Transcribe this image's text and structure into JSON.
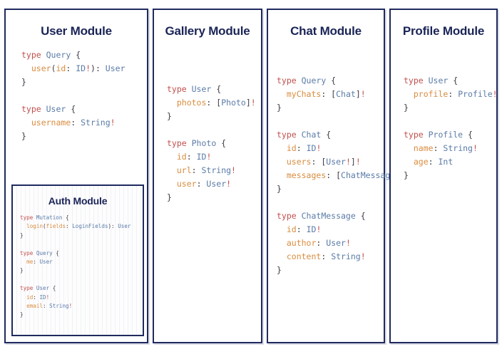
{
  "colors": {
    "panel_border": "#1f2a5e",
    "heading": "#1a2456",
    "keyword": "#c0504d",
    "type_name": "#5b7ba8",
    "field_name": "#d98c3f",
    "punctuation": "#3b3b46",
    "page_background": "#ffffff"
  },
  "modules": {
    "user": {
      "title": "User Module",
      "blocks": [
        {
          "lines": [
            [
              {
                "t": "type ",
                "c": "kw"
              },
              {
                "t": "Query",
                "c": "type"
              },
              {
                "t": " {",
                "c": "punc"
              }
            ],
            [
              {
                "t": "  ",
                "c": "punc"
              },
              {
                "t": "user",
                "c": "field"
              },
              {
                "t": "(",
                "c": "punc"
              },
              {
                "t": "id",
                "c": "field"
              },
              {
                "t": ": ",
                "c": "punc"
              },
              {
                "t": "ID",
                "c": "type"
              },
              {
                "t": "!",
                "c": "bang"
              },
              {
                "t": "): ",
                "c": "punc"
              },
              {
                "t": "User",
                "c": "type"
              }
            ],
            [
              {
                "t": "}",
                "c": "punc"
              }
            ]
          ]
        },
        {
          "lines": [
            [
              {
                "t": "type ",
                "c": "kw"
              },
              {
                "t": "User",
                "c": "type"
              },
              {
                "t": " {",
                "c": "punc"
              }
            ],
            [
              {
                "t": "  ",
                "c": "punc"
              },
              {
                "t": "username",
                "c": "field"
              },
              {
                "t": ": ",
                "c": "punc"
              },
              {
                "t": "String",
                "c": "type"
              },
              {
                "t": "!",
                "c": "bang"
              }
            ],
            [
              {
                "t": "}",
                "c": "punc"
              }
            ]
          ]
        }
      ]
    },
    "auth": {
      "title": "Auth Module",
      "blocks": [
        {
          "lines": [
            [
              {
                "t": "type ",
                "c": "kw"
              },
              {
                "t": "Mutation",
                "c": "type"
              },
              {
                "t": " {",
                "c": "punc"
              }
            ],
            [
              {
                "t": "  ",
                "c": "punc"
              },
              {
                "t": "login",
                "c": "field"
              },
              {
                "t": "(",
                "c": "punc"
              },
              {
                "t": "fields",
                "c": "field"
              },
              {
                "t": ": ",
                "c": "punc"
              },
              {
                "t": "LoginFields",
                "c": "type"
              },
              {
                "t": "): ",
                "c": "punc"
              },
              {
                "t": "User",
                "c": "type"
              }
            ],
            [
              {
                "t": "}",
                "c": "punc"
              }
            ]
          ]
        },
        {
          "lines": [
            [
              {
                "t": "type ",
                "c": "kw"
              },
              {
                "t": "Query",
                "c": "type"
              },
              {
                "t": " {",
                "c": "punc"
              }
            ],
            [
              {
                "t": "  ",
                "c": "punc"
              },
              {
                "t": "me",
                "c": "field"
              },
              {
                "t": ": ",
                "c": "punc"
              },
              {
                "t": "User",
                "c": "type"
              }
            ],
            [
              {
                "t": "}",
                "c": "punc"
              }
            ]
          ]
        },
        {
          "lines": [
            [
              {
                "t": "type ",
                "c": "kw"
              },
              {
                "t": "User",
                "c": "type"
              },
              {
                "t": " {",
                "c": "punc"
              }
            ],
            [
              {
                "t": "  ",
                "c": "punc"
              },
              {
                "t": "id",
                "c": "field"
              },
              {
                "t": ": ",
                "c": "punc"
              },
              {
                "t": "ID",
                "c": "type"
              },
              {
                "t": "!",
                "c": "bang"
              }
            ],
            [
              {
                "t": "  ",
                "c": "punc"
              },
              {
                "t": "email",
                "c": "field"
              },
              {
                "t": ": ",
                "c": "punc"
              },
              {
                "t": "String",
                "c": "type"
              },
              {
                "t": "!",
                "c": "bang"
              }
            ],
            [
              {
                "t": "}",
                "c": "punc"
              }
            ]
          ]
        }
      ]
    },
    "gallery": {
      "title": "Gallery Module",
      "blocks": [
        {
          "lines": [
            [
              {
                "t": "type ",
                "c": "kw"
              },
              {
                "t": "User",
                "c": "type"
              },
              {
                "t": " {",
                "c": "punc"
              }
            ],
            [
              {
                "t": "  ",
                "c": "punc"
              },
              {
                "t": "photos",
                "c": "field"
              },
              {
                "t": ": [",
                "c": "punc"
              },
              {
                "t": "Photo",
                "c": "type"
              },
              {
                "t": "]",
                "c": "punc"
              },
              {
                "t": "!",
                "c": "bang"
              }
            ],
            [
              {
                "t": "}",
                "c": "punc"
              }
            ]
          ]
        },
        {
          "lines": [
            [
              {
                "t": "type ",
                "c": "kw"
              },
              {
                "t": "Photo",
                "c": "type"
              },
              {
                "t": " {",
                "c": "punc"
              }
            ],
            [
              {
                "t": "  ",
                "c": "punc"
              },
              {
                "t": "id",
                "c": "field"
              },
              {
                "t": ": ",
                "c": "punc"
              },
              {
                "t": "ID",
                "c": "type"
              },
              {
                "t": "!",
                "c": "bang"
              }
            ],
            [
              {
                "t": "  ",
                "c": "punc"
              },
              {
                "t": "url",
                "c": "field"
              },
              {
                "t": ": ",
                "c": "punc"
              },
              {
                "t": "String",
                "c": "type"
              },
              {
                "t": "!",
                "c": "bang"
              }
            ],
            [
              {
                "t": "  ",
                "c": "punc"
              },
              {
                "t": "user",
                "c": "field"
              },
              {
                "t": ": ",
                "c": "punc"
              },
              {
                "t": "User",
                "c": "type"
              },
              {
                "t": "!",
                "c": "bang"
              }
            ],
            [
              {
                "t": "}",
                "c": "punc"
              }
            ]
          ]
        }
      ]
    },
    "chat": {
      "title": "Chat Module",
      "blocks": [
        {
          "lines": [
            [
              {
                "t": "type ",
                "c": "kw"
              },
              {
                "t": "Query",
                "c": "type"
              },
              {
                "t": " {",
                "c": "punc"
              }
            ],
            [
              {
                "t": "  ",
                "c": "punc"
              },
              {
                "t": "myChats",
                "c": "field"
              },
              {
                "t": ": [",
                "c": "punc"
              },
              {
                "t": "Chat",
                "c": "type"
              },
              {
                "t": "]",
                "c": "punc"
              },
              {
                "t": "!",
                "c": "bang"
              }
            ],
            [
              {
                "t": "}",
                "c": "punc"
              }
            ]
          ]
        },
        {
          "lines": [
            [
              {
                "t": "type ",
                "c": "kw"
              },
              {
                "t": "Chat",
                "c": "type"
              },
              {
                "t": " {",
                "c": "punc"
              }
            ],
            [
              {
                "t": "  ",
                "c": "punc"
              },
              {
                "t": "id",
                "c": "field"
              },
              {
                "t": ": ",
                "c": "punc"
              },
              {
                "t": "ID",
                "c": "type"
              },
              {
                "t": "!",
                "c": "bang"
              }
            ],
            [
              {
                "t": "  ",
                "c": "punc"
              },
              {
                "t": "users",
                "c": "field"
              },
              {
                "t": ": [",
                "c": "punc"
              },
              {
                "t": "User",
                "c": "type"
              },
              {
                "t": "!",
                "c": "bang"
              },
              {
                "t": "]",
                "c": "punc"
              },
              {
                "t": "!",
                "c": "bang"
              }
            ],
            [
              {
                "t": "  ",
                "c": "punc"
              },
              {
                "t": "messages",
                "c": "field"
              },
              {
                "t": ": [",
                "c": "punc"
              },
              {
                "t": "ChatMessage",
                "c": "type"
              },
              {
                "t": "]",
                "c": "punc"
              },
              {
                "t": "!",
                "c": "bang"
              }
            ],
            [
              {
                "t": "}",
                "c": "punc"
              }
            ]
          ]
        },
        {
          "lines": [
            [
              {
                "t": "type ",
                "c": "kw"
              },
              {
                "t": "ChatMessage",
                "c": "type"
              },
              {
                "t": " {",
                "c": "punc"
              }
            ],
            [
              {
                "t": "  ",
                "c": "punc"
              },
              {
                "t": "id",
                "c": "field"
              },
              {
                "t": ": ",
                "c": "punc"
              },
              {
                "t": "ID",
                "c": "type"
              },
              {
                "t": "!",
                "c": "bang"
              }
            ],
            [
              {
                "t": "  ",
                "c": "punc"
              },
              {
                "t": "author",
                "c": "field"
              },
              {
                "t": ": ",
                "c": "punc"
              },
              {
                "t": "User",
                "c": "type"
              },
              {
                "t": "!",
                "c": "bang"
              }
            ],
            [
              {
                "t": "  ",
                "c": "punc"
              },
              {
                "t": "content",
                "c": "field"
              },
              {
                "t": ": ",
                "c": "punc"
              },
              {
                "t": "String",
                "c": "type"
              },
              {
                "t": "!",
                "c": "bang"
              }
            ],
            [
              {
                "t": "}",
                "c": "punc"
              }
            ]
          ]
        }
      ]
    },
    "profile": {
      "title": "Profile Module",
      "blocks": [
        {
          "lines": [
            [
              {
                "t": "type ",
                "c": "kw"
              },
              {
                "t": "User",
                "c": "type"
              },
              {
                "t": " {",
                "c": "punc"
              }
            ],
            [
              {
                "t": "  ",
                "c": "punc"
              },
              {
                "t": "profile",
                "c": "field"
              },
              {
                "t": ": ",
                "c": "punc"
              },
              {
                "t": "Profile",
                "c": "type"
              },
              {
                "t": "!",
                "c": "bang"
              }
            ],
            [
              {
                "t": "}",
                "c": "punc"
              }
            ]
          ]
        },
        {
          "lines": [
            [
              {
                "t": "type ",
                "c": "kw"
              },
              {
                "t": "Profile",
                "c": "type"
              },
              {
                "t": " {",
                "c": "punc"
              }
            ],
            [
              {
                "t": "  ",
                "c": "punc"
              },
              {
                "t": "name",
                "c": "field"
              },
              {
                "t": ": ",
                "c": "punc"
              },
              {
                "t": "String",
                "c": "type"
              },
              {
                "t": "!",
                "c": "bang"
              }
            ],
            [
              {
                "t": "  ",
                "c": "punc"
              },
              {
                "t": "age",
                "c": "field"
              },
              {
                "t": ": ",
                "c": "punc"
              },
              {
                "t": "Int",
                "c": "type"
              }
            ],
            [
              {
                "t": "}",
                "c": "punc"
              }
            ]
          ]
        }
      ]
    }
  }
}
